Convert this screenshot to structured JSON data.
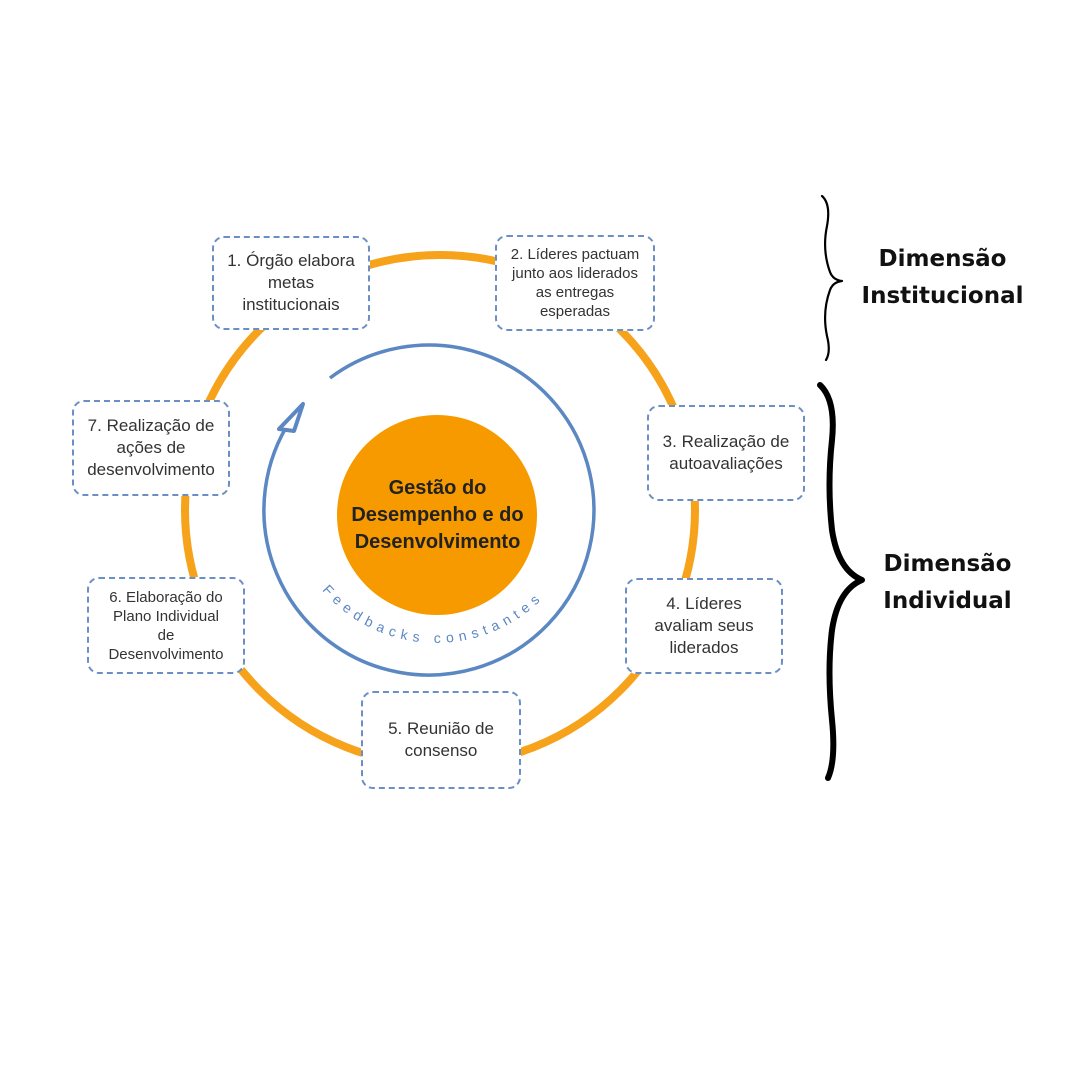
{
  "diagram": {
    "center_title": "Gestão do\nDesempenho e do\nDesenvolvimento",
    "feedback_label": "Feedbacks constantes",
    "steps": [
      {
        "label": "1. Órgão elabora\nmetas\ninstitucionais"
      },
      {
        "label": "2. Líderes pactuam\njunto aos liderados\nas entregas\nesperadas"
      },
      {
        "label": "3. Realização de\nautoavaliações"
      },
      {
        "label": "4. Líderes\navaliam seus\nliderados"
      },
      {
        "label": "5. Reunião de\nconsenso"
      },
      {
        "label": "6. Elaboração do\nPlano Individual\nde\nDesenvolvimento"
      },
      {
        "label": "7. Realização de\nações de\ndesenvolvimento"
      }
    ],
    "dimensions": {
      "institutional": "Dimensão\nInstitucional",
      "individual": "Dimensão\nIndividual"
    },
    "colors": {
      "ring": "#f7a21b",
      "center_circle": "#f79a00",
      "feedback_arrow": "#5b87c2",
      "box_border": "#6b8fc4",
      "brace": "#000000"
    }
  }
}
